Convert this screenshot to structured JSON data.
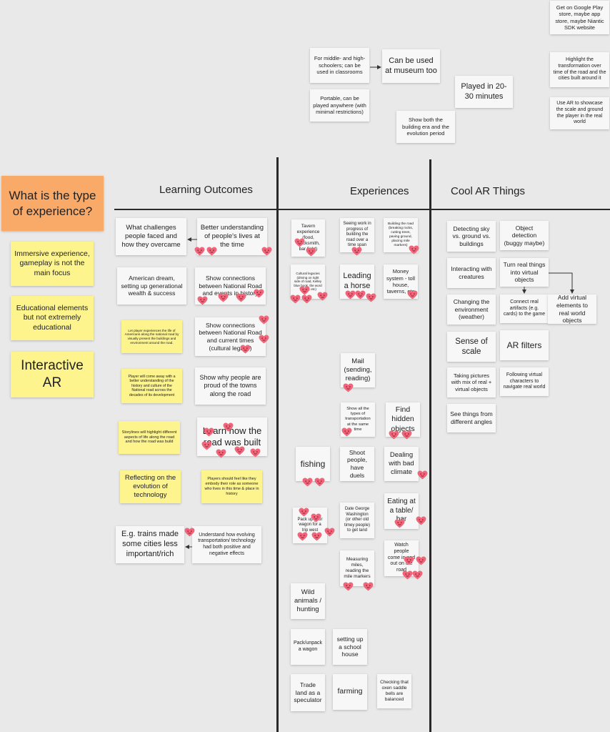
{
  "headers": {
    "learning": "Learning Outcomes",
    "experiences": "Experiences",
    "cool_ar": "Cool AR Things"
  },
  "left": {
    "question": "What is the type of experience?",
    "immersive": "Immersive experience, gameplay is not the main focus",
    "educational": "Educational elements but not extremely educational",
    "interactive": "Interactive AR"
  },
  "top": {
    "google_play": "Get on Google Play store, maybe app store, maybe Niantic SDK website",
    "middle_high": "For middle- and high-schoolers; can be used in classrooms",
    "museum": "Can be used at museum too",
    "played": "Played in 20-30 minutes",
    "transformation": "Highlight the transformation over time of the road and the cities built around it",
    "portable": "Portable, can be played anywhere (with minimal restrictions)",
    "building_era": "Show both the building era and the evolution period",
    "use_ar": "Use AR to showcase the scale and ground the player in the real world"
  },
  "learning": {
    "challenges": "What challenges people faced and how they overcame",
    "better_understanding": "Better understanding of people's lives at the time",
    "american_dream": "American dream, setting up generational wealth & success",
    "connections_events": "Show connections between National Road and events in history",
    "let_player": "Let player experiences the life of Americans along the national road by visually present the buildings and environment around the road.",
    "connections_current": "Show connections between National Road and current times (cultural legacy)",
    "come_away": "Player will come away with a better understanding of the history and culture of the National road across the decades of its development",
    "proud": "Show why people are proud of the towns along the road",
    "storylines": "Storylines will highlight different aspects of life along the road and how the road was build",
    "learn_how": "Learn how the road was built",
    "reflecting": "Reflecting on the evolution of technology",
    "embody": "Players should feel like they embody their role as someone who lives in this time & place in history",
    "trains": "E.g. trains made some cities less important/rich",
    "evolving_transport": "Understand how evolving transportation/ technology had both positive and negative effects"
  },
  "experiences": {
    "tavern": "Tavern experience (food, blacksmith, bar fight)",
    "seeing_work": "Seeing work in progress of building the road over a time span",
    "building_road": "Building the road (breaking rocks, cutting trees, paving ground, placing mile markers)",
    "cultural_legacies": "Cultural legacies (driving on right side of road, Kelley blue book, the word 'stogie', etc)",
    "leading_horse": "Leading a horse",
    "money_system": "Money system - toll house, taverns, etc",
    "mail": "Mail (sending, reading)",
    "show_transport": "Show all the types of transportation at the same time",
    "find_hidden": "Find hidden objects",
    "fishing": "fishing",
    "shoot_people": "Shoot people, have duels",
    "bad_climate": "Dealing with bad climate",
    "pack_wagon_trip": "Pack up your wagon for a trip west",
    "george_washington": "Date George Washington (or other old timey people) to get land",
    "eating_table": "Eating at a table/ bar",
    "measuring": "Measuring miles, reading the mile markers",
    "watch_people": "Watch people come in and out on the road",
    "wild_animals": "Wild animals / hunting",
    "pack_unpack": "Pack/unpack a wagon",
    "school_house": "setting up a school house",
    "trade_land": "Trade land as a speculator",
    "farming": "farming",
    "oxen": "Checking that oxen saddle bells are balanced"
  },
  "cool_ar": {
    "detecting_sky": "Detecting sky vs. ground vs. buildings",
    "object_detection": "Object detection (buggy maybe)",
    "interacting": "Interacting with creatures",
    "turn_real": "Turn real things into virtual objects",
    "changing_env": "Changing the environment (weather)",
    "connect_real": "Connect real artifacts (e.g. cards) to the game",
    "add_virtual": "Add virtual elements to real world objects",
    "sense_scale": "Sense of scale",
    "ar_filters": "AR filters",
    "taking_pictures": "Taking pictures with mix of real + virtual objects",
    "following": "Following virtual characters to navigate real world",
    "see_things": "See things from different angles"
  },
  "colors": {
    "background": "#e9e9e9",
    "sticky_white": "#f7f7f7",
    "sticky_yellow": "#fdf48e",
    "sticky_orange": "#f9a968",
    "heart": "#f2647a",
    "line": "#2a2a2a"
  }
}
